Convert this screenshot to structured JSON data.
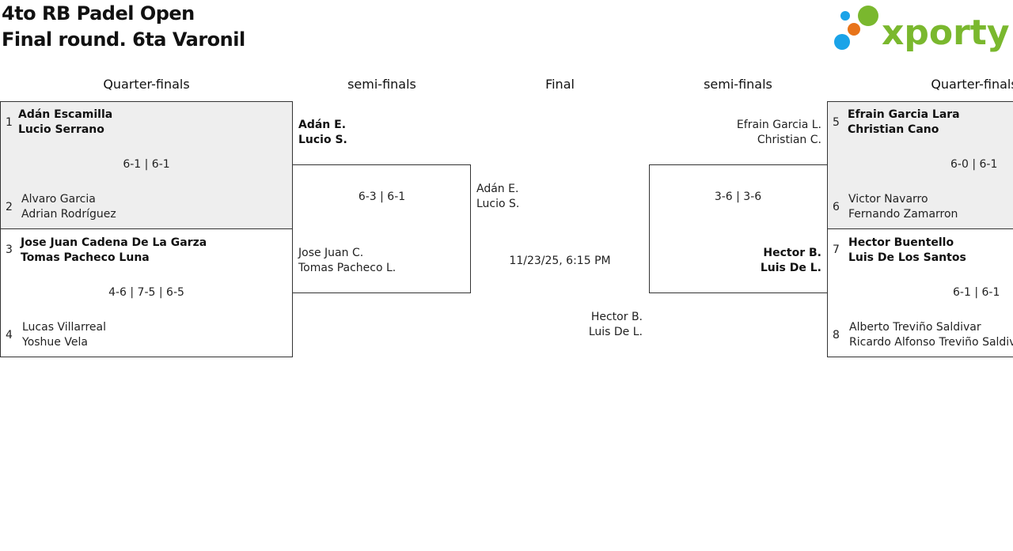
{
  "header": {
    "title_line1": "4to RB Padel Open",
    "title_line2": "Final round. 6ta Varonil",
    "logo_text": "xporty",
    "logo_colors": {
      "blue": "#1aa3e8",
      "orange": "#e8741a",
      "green": "#7ab82e"
    }
  },
  "rounds": {
    "left_qf": "Quarter-finals",
    "left_sf": "semi-finals",
    "final": "Final",
    "right_sf": "semi-finals",
    "right_qf": "Quarter-finals"
  },
  "quarterfinals": [
    {
      "top": {
        "seed": "1",
        "p1": "Adán Escamilla",
        "p2": "Lucio Serrano",
        "winner": true
      },
      "score": "6-1 | 6-1",
      "bottom": {
        "seed": "2",
        "p1": "Alvaro Garcia",
        "p2": "Adrian Rodríguez",
        "winner": false
      }
    },
    {
      "top": {
        "seed": "3",
        "p1": "Jose Juan Cadena De La Garza",
        "p2": "Tomas Pacheco Luna",
        "winner": true
      },
      "score": "4-6 | 7-5 | 6-5",
      "bottom": {
        "seed": "4",
        "p1": "Lucas Villarreal",
        "p2": "Yoshue Vela",
        "winner": false
      }
    },
    {
      "top": {
        "seed": "5",
        "p1": "Efrain Garcia Lara",
        "p2": "Christian Cano",
        "winner": true
      },
      "score": "6-0 | 6-1",
      "bottom": {
        "seed": "6",
        "p1": "Victor Navarro",
        "p2": "Fernando Zamarron",
        "winner": false
      }
    },
    {
      "top": {
        "seed": "7",
        "p1": "Hector Buentello",
        "p2": "Luis De Los Santos",
        "winner": true
      },
      "score": "6-1 | 6-1",
      "bottom": {
        "seed": "8",
        "p1": "Alberto Treviño Saldivar",
        "p2": "Ricardo Alfonso Treviño Saldivar",
        "winner": false
      }
    }
  ],
  "semifinals": [
    {
      "top": {
        "p1": "Adán E.",
        "p2": "Lucio S.",
        "winner": true
      },
      "score": "6-3 | 6-1",
      "bottom": {
        "p1": "Jose Juan C.",
        "p2": "Tomas Pacheco L.",
        "winner": false
      }
    },
    {
      "top": {
        "p1": "Efrain Garcia L.",
        "p2": "Christian C.",
        "winner": false
      },
      "score": "3-6 | 3-6",
      "bottom": {
        "p1": "Hector B.",
        "p2": "Luis De L.",
        "winner": true
      }
    }
  ],
  "final": {
    "top": {
      "p1": "Adán E.",
      "p2": "Lucio S."
    },
    "datetime": "11/23/25, 6:15 PM",
    "bottom": {
      "p1": "Hector B.",
      "p2": "Luis De L."
    }
  }
}
